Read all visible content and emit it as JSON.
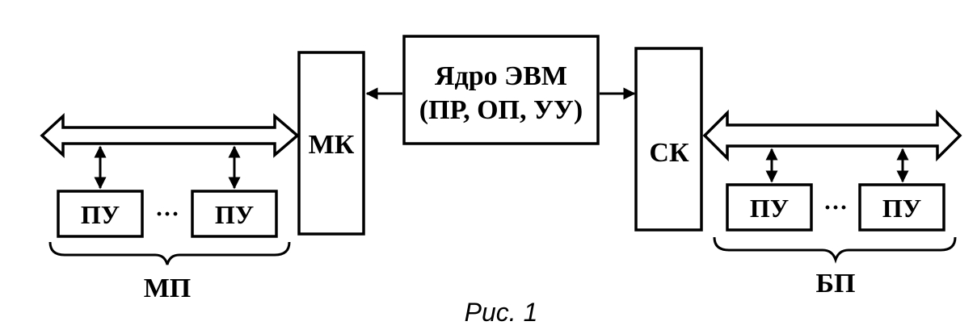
{
  "core": {
    "line1": "Ядро ЭВМ",
    "line2": "(ПР, ОП, УУ)"
  },
  "left_controller": {
    "label": "МК"
  },
  "right_controller": {
    "label": "СК"
  },
  "left_group": {
    "devices": [
      "ПУ",
      "ПУ"
    ],
    "ellipsis": "···",
    "label": "МП"
  },
  "right_group": {
    "devices": [
      "ПУ",
      "ПУ"
    ],
    "ellipsis": "···",
    "label": "БП"
  },
  "caption": "Рис. 1"
}
